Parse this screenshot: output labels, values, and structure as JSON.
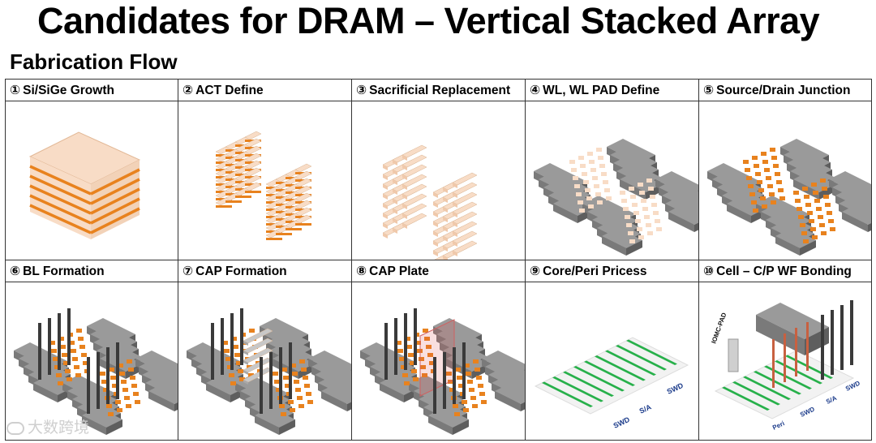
{
  "title": "Candidates for DRAM – Vertical Stacked Array",
  "subtitle": "Fabrication Flow",
  "steps": [
    {
      "num": "①",
      "label": "Si/SiGe Growth"
    },
    {
      "num": "②",
      "label": "ACT Define"
    },
    {
      "num": "③",
      "label": "Sacrificial Replacement"
    },
    {
      "num": "④",
      "label": "WL, WL PAD Define"
    },
    {
      "num": "⑤",
      "label": "Source/Drain Junction"
    },
    {
      "num": "⑥",
      "label": "BL Formation"
    },
    {
      "num": "⑦",
      "label": "CAP Formation"
    },
    {
      "num": "⑧",
      "label": "CAP Plate"
    },
    {
      "num": "⑨",
      "label": "Core/Peri Pricess"
    },
    {
      "num": "⑩",
      "label": "Cell – C/P WF Bonding"
    }
  ],
  "diagram_labels": {
    "swd": "SWD",
    "sa": "S/A",
    "peri": "Peri",
    "iomc_pad": "IOMC-PAD"
  },
  "watermark": "大数跨境",
  "colors": {
    "layer_light": "#f8dcc6",
    "layer_orange": "#e8821e",
    "gray_block": "#7a7a7a",
    "green_line": "#27b04a",
    "bl_dark": "#3a3a3a"
  }
}
